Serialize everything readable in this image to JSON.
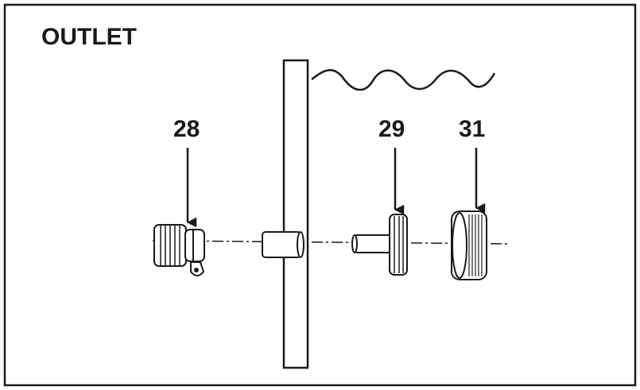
{
  "diagram": {
    "title": "OUTLET",
    "callouts": [
      {
        "number": "28",
        "part": "hose-connector"
      },
      {
        "number": "29",
        "part": "strainer-connector"
      },
      {
        "number": "31",
        "part": "nut"
      }
    ]
  }
}
